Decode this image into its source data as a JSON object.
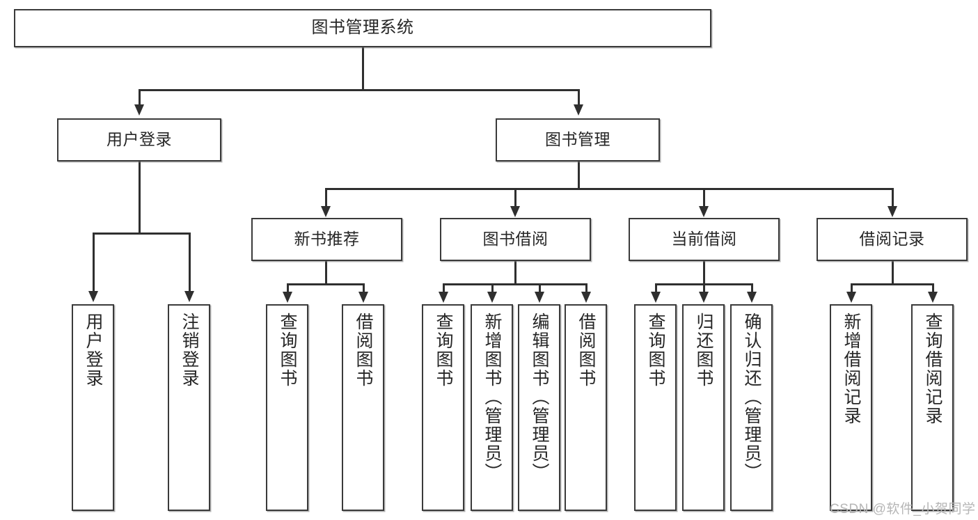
{
  "diagram": {
    "type": "tree-hierarchy-diagram",
    "title_node": {
      "label": "图书管理系统"
    },
    "level2": [
      {
        "id": "user-login",
        "label": "用户登录"
      },
      {
        "id": "book-management",
        "label": "图书管理"
      }
    ],
    "level3": [
      {
        "id": "new-book-recommend",
        "label": "新书推荐"
      },
      {
        "id": "book-borrow",
        "label": "图书借阅"
      },
      {
        "id": "current-borrow",
        "label": "当前借阅"
      },
      {
        "id": "borrow-record",
        "label": "借阅记录"
      }
    ],
    "leaves": [
      {
        "id": "leaf-user-login",
        "label": "用户登录",
        "parent": "user-login"
      },
      {
        "id": "leaf-user-logout",
        "label": "注销登录",
        "parent": "user-login"
      },
      {
        "id": "leaf-query-book-1",
        "label": "查询图书",
        "parent": "new-book-recommend"
      },
      {
        "id": "leaf-borrow-book-1",
        "label": "借阅图书",
        "parent": "new-book-recommend"
      },
      {
        "id": "leaf-query-book-2",
        "label": "查询图书",
        "parent": "book-borrow"
      },
      {
        "id": "leaf-add-book",
        "label": "新增图书（管理员）",
        "parent": "book-borrow"
      },
      {
        "id": "leaf-edit-book",
        "label": "编辑图书（管理员）",
        "parent": "book-borrow"
      },
      {
        "id": "leaf-borrow-book-2",
        "label": "借阅图书",
        "parent": "book-borrow"
      },
      {
        "id": "leaf-query-book-3",
        "label": "查询图书",
        "parent": "current-borrow"
      },
      {
        "id": "leaf-return-book",
        "label": "归还图书",
        "parent": "current-borrow"
      },
      {
        "id": "leaf-confirm-return",
        "label": "确认归还（管理员）",
        "parent": "current-borrow"
      },
      {
        "id": "leaf-add-borrow-record",
        "label": "新增借阅记录",
        "parent": "borrow-record"
      },
      {
        "id": "leaf-query-borrow-record",
        "label": "查询借阅记录",
        "parent": "borrow-record"
      }
    ],
    "watermark": "CSDN @软件_小贺同学",
    "colors": {
      "box_border": "#3a3a3a",
      "connector": "#2f2f2f",
      "text": "#262626",
      "background": "#ffffff",
      "watermark": "#b6b6b6"
    }
  }
}
